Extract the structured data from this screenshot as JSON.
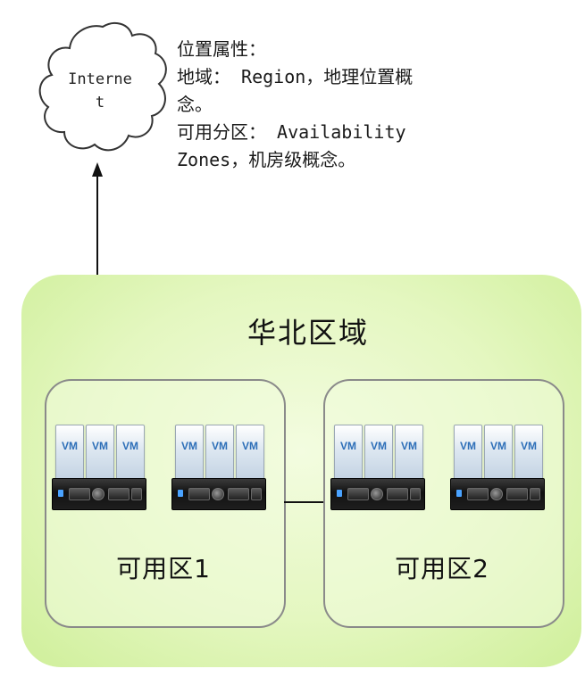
{
  "cloud": {
    "label": "Interne\nt"
  },
  "description": {
    "line1": "位置属性：",
    "line2": "地域： Region，地理位置概",
    "line3": "念。",
    "line4": "可用分区： Availability",
    "line5": "Zones，机房级概念。"
  },
  "region": {
    "title": "华北区域"
  },
  "zones": [
    {
      "label": "可用区1"
    },
    {
      "label": "可用区2"
    }
  ],
  "vm_label": "VM",
  "colors": {
    "region_fill": "#e4f7c0",
    "zone_border": "#8a8a8a",
    "vm_text": "#2e6fb8"
  }
}
